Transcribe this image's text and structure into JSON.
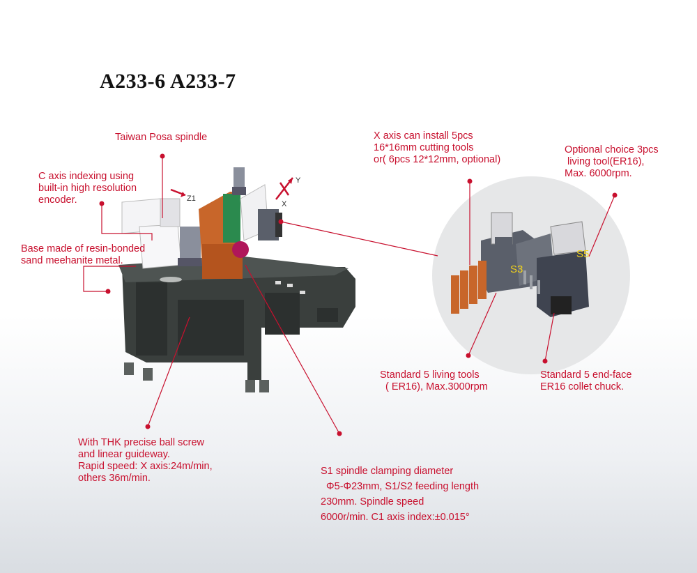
{
  "title": "A233-6    A233-7",
  "labels": {
    "spindle": "Taiwan Posa spindle",
    "c_axis": "C axis indexing using\nbuilt-in high resolution\nencoder.",
    "base": "Base made of resin-bonded\nsand meehanite metal.",
    "x_axis_tools": "X axis can install 5pcs\n16*16mm cutting tools\nor( 6pcs 12*12mm, optional)",
    "optional_tool": "Optional choice 3pcs\n living tool(ER16),\nMax. 6000rpm.",
    "living_tools": "Standard 5 living tools\n  ( ER16), Max.3000rpm",
    "end_face": "Standard 5 end-face\nER16 collet chuck.",
    "ball_screw": "With THK precise ball screw\nand linear guideway.\nRapid speed: X axis:24m/min,\nothers 36m/min.",
    "s1_spindle": "S1 spindle clamping diameter\n  Φ5-Φ23mm, S1/S2 feeding length\n230mm. Spindle speed\n6000r/min. C1 axis index:±0.015°"
  },
  "axis_markers": {
    "z1": "Z1",
    "y": "Y",
    "x": "X",
    "s3": "S3",
    "s5": "S5"
  },
  "colors": {
    "callout": "#c8102e",
    "frame": "#3a3f3d",
    "orange": "#c8662a",
    "axis_label": "#f2d21b"
  }
}
